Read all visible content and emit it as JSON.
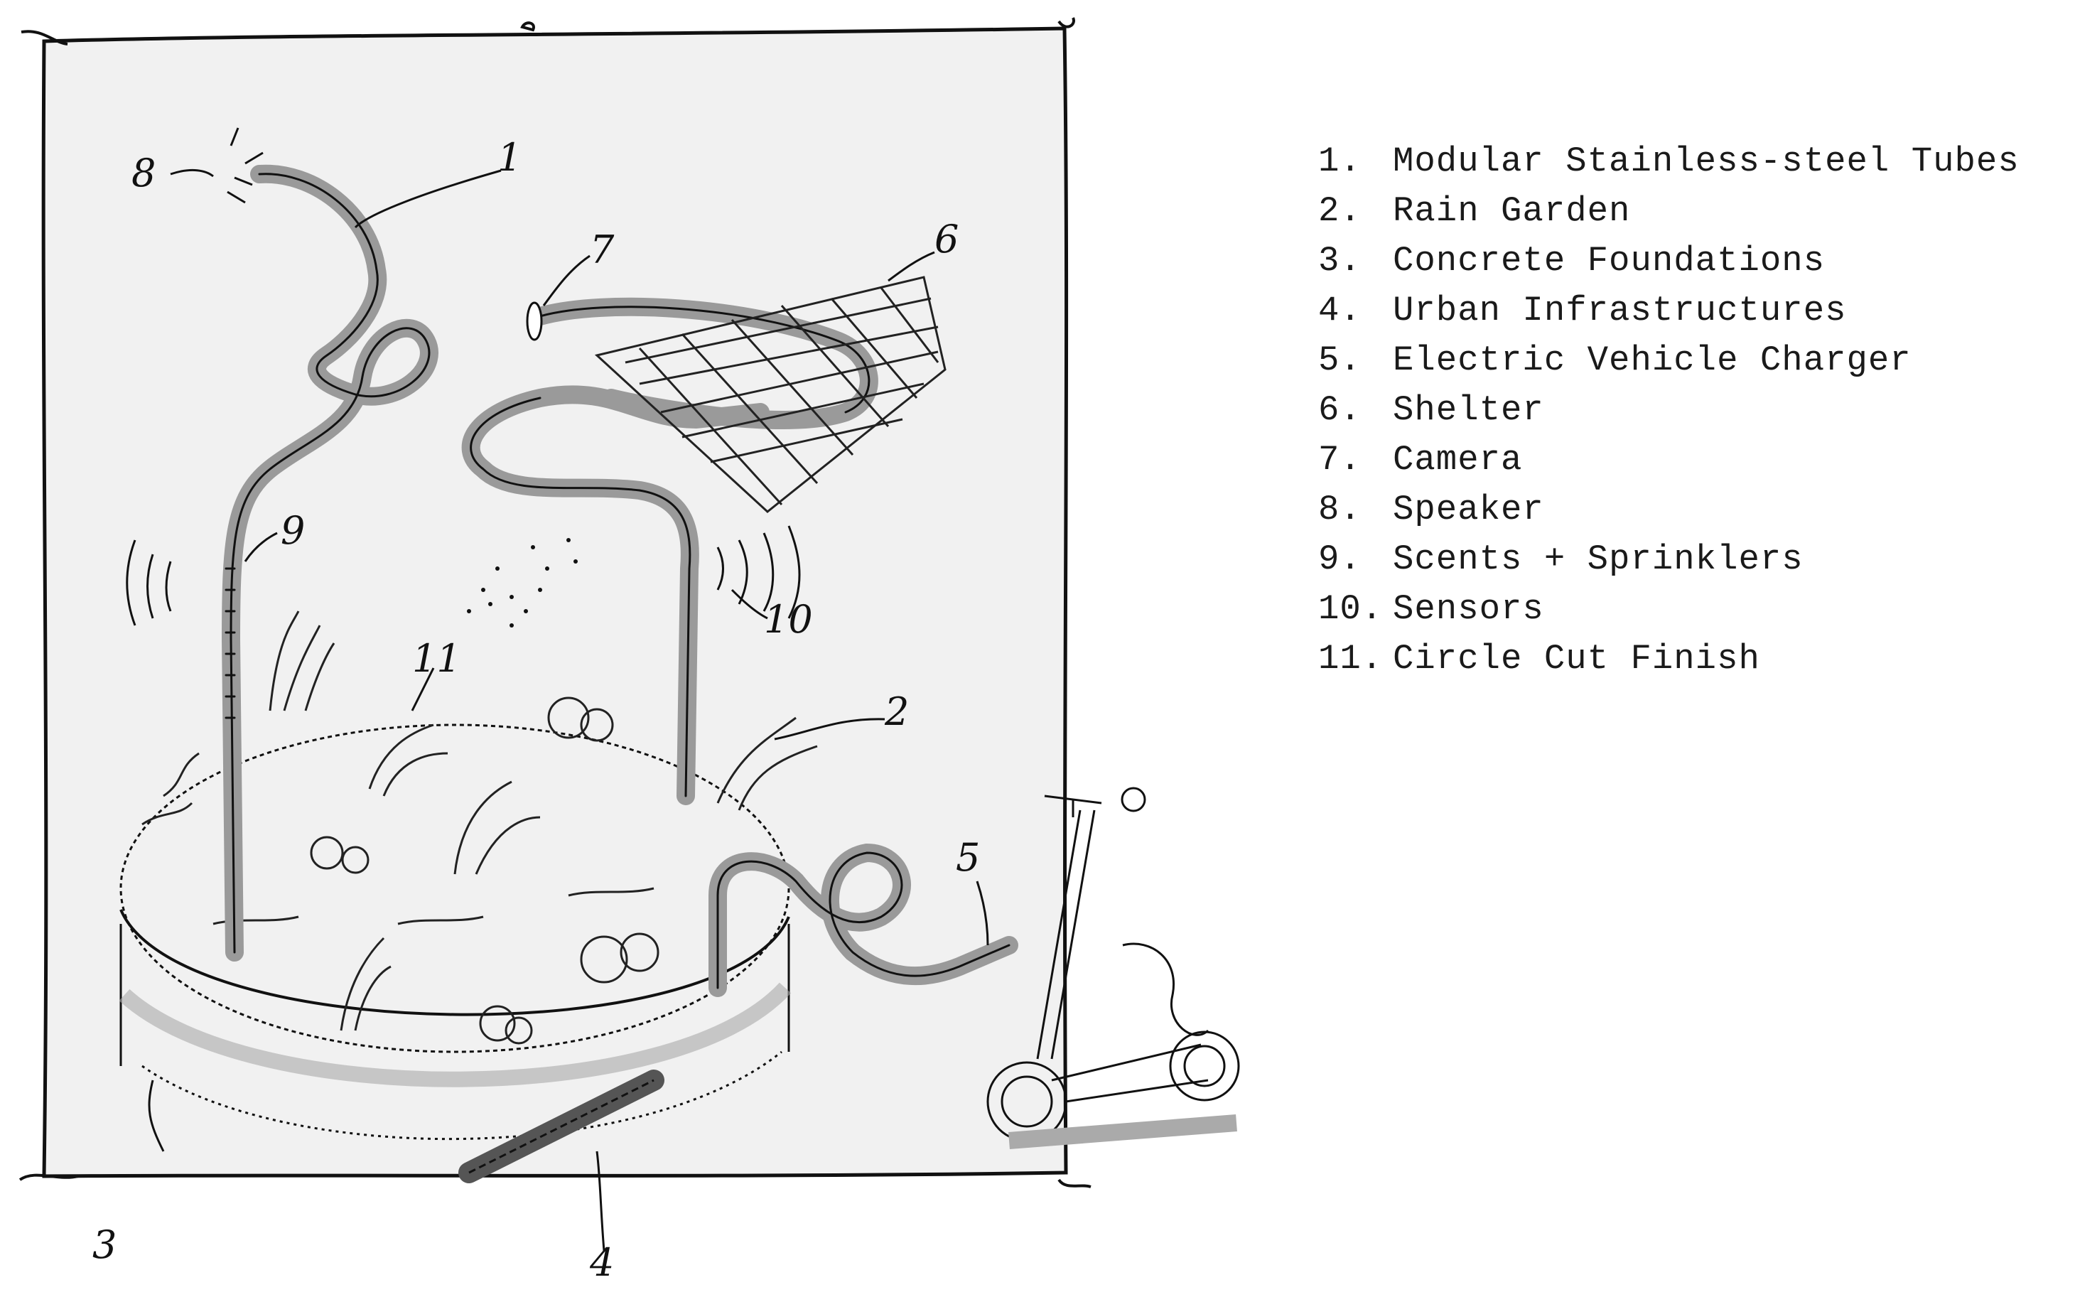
{
  "legend": {
    "items": [
      {
        "number": "1.",
        "label": "Modular Stainless-steel Tubes"
      },
      {
        "number": "2.",
        "label": "Rain Garden"
      },
      {
        "number": "3.",
        "label": "Concrete Foundations"
      },
      {
        "number": "4.",
        "label": "Urban Infrastructures"
      },
      {
        "number": "5.",
        "label": "Electric Vehicle Charger"
      },
      {
        "number": "6.",
        "label": "Shelter"
      },
      {
        "number": "7.",
        "label": "Camera"
      },
      {
        "number": "8.",
        "label": "Speaker"
      },
      {
        "number": "9.",
        "label": "Scents + Sprinklers"
      },
      {
        "number": "10.",
        "label": "Sensors"
      },
      {
        "number": "11.",
        "label": "Circle Cut Finish"
      }
    ]
  },
  "callouts": {
    "c1": "1",
    "c2": "2",
    "c3": "3",
    "c4": "4",
    "c5": "5",
    "c6": "6",
    "c7": "7",
    "c8": "8",
    "c9": "9",
    "c10": "10",
    "c11": "11"
  },
  "colors": {
    "ink": "#111111",
    "paper": "#f1f1f1",
    "tube_shadow": "#9a9a9a"
  }
}
